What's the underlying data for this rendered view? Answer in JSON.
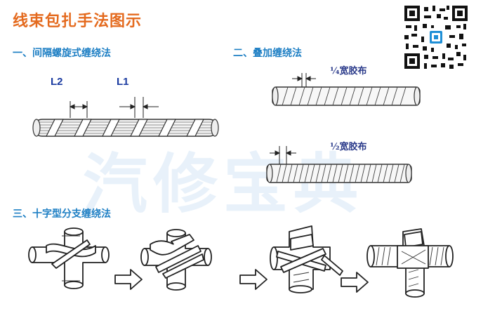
{
  "title": "线束包扎手法图示",
  "sections": {
    "spiral": "一、间隔螺旋式缠绕法",
    "overlap": "二、叠加缠绕法",
    "cross": "三、十字型分支缠绕法"
  },
  "labels": {
    "l2": "L2",
    "l1": "L1",
    "quarter_tape": "¼宽胶布",
    "half_tape": "½宽胶布"
  },
  "watermark": "汽修宝典",
  "colors": {
    "title": "#e46a1e",
    "section": "#1e7fc4",
    "label": "#1a3aa0"
  }
}
